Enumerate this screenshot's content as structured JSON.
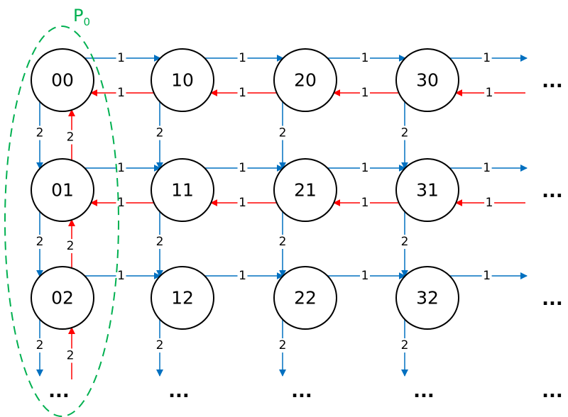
{
  "colors": {
    "forward_edge": "#0070c0",
    "backward_edge": "#ff0000",
    "partition": "#00b050",
    "node_stroke": "#000000"
  },
  "partition": {
    "label": "P",
    "subscript": "0"
  },
  "continuation": "...",
  "columns": [
    "0",
    "1",
    "2",
    "3"
  ],
  "rows": [
    "0",
    "1",
    "2"
  ],
  "nodes": [
    {
      "id": "00",
      "col": 0,
      "row": 0
    },
    {
      "id": "10",
      "col": 1,
      "row": 0
    },
    {
      "id": "20",
      "col": 2,
      "row": 0
    },
    {
      "id": "30",
      "col": 3,
      "row": 0
    },
    {
      "id": "01",
      "col": 0,
      "row": 1
    },
    {
      "id": "11",
      "col": 1,
      "row": 1
    },
    {
      "id": "21",
      "col": 2,
      "row": 1
    },
    {
      "id": "31",
      "col": 3,
      "row": 1
    },
    {
      "id": "02",
      "col": 0,
      "row": 2
    },
    {
      "id": "12",
      "col": 1,
      "row": 2
    },
    {
      "id": "22",
      "col": 2,
      "row": 2
    },
    {
      "id": "32",
      "col": 3,
      "row": 2
    }
  ],
  "edge_weights": {
    "horizontal": "1",
    "vertical": "2"
  },
  "edges": {
    "horizontal_forward_rows": [
      0,
      1,
      2
    ],
    "horizontal_backward_rows": [
      0,
      1
    ],
    "vertical_forward_cols": [
      0,
      1,
      2,
      3
    ],
    "vertical_backward_cols": [
      0
    ]
  }
}
